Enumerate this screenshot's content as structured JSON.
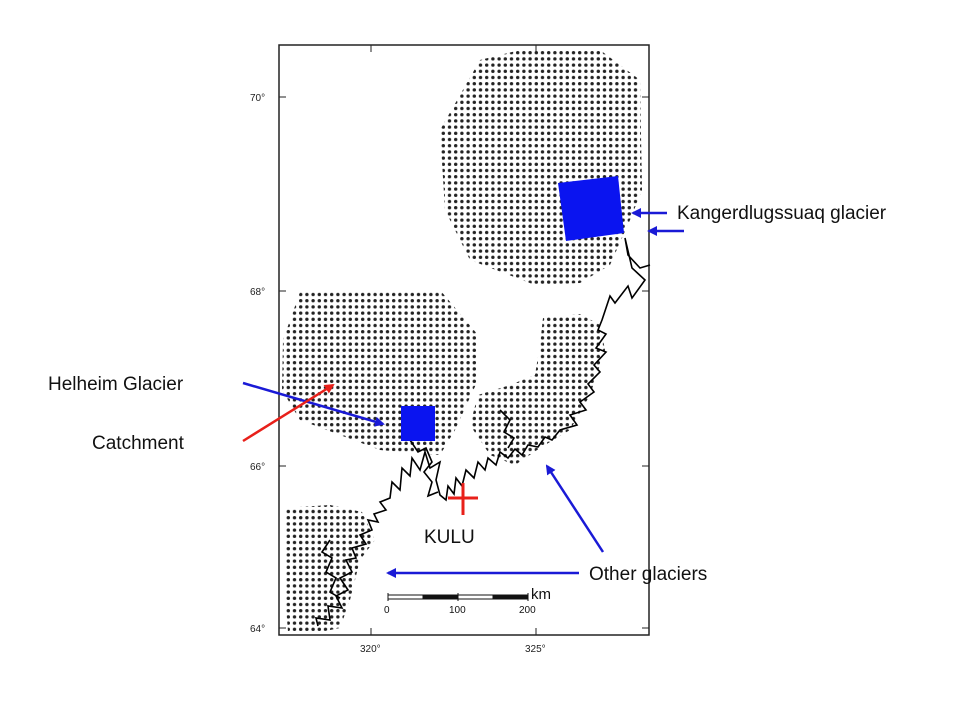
{
  "map": {
    "lat_ticks": [
      "70°",
      "68°",
      "66°",
      "64°"
    ],
    "lon_ticks": [
      "320°",
      "325°"
    ],
    "labels": {
      "kangerdlugssuaq": "Kangerdlugssuaq  glacier",
      "helheim": "Helheim  Glacier",
      "catchment": "Catchment",
      "kulu": "KULU",
      "other": "Other glaciers"
    },
    "scale_bar": {
      "ticks": [
        "0",
        "100",
        "200"
      ],
      "unit": "km"
    },
    "colors": {
      "dots": "#222222",
      "glacier_box": "#0a14f0",
      "blue_arrow": "#1a1ad6",
      "red_arrow": "#e8201a",
      "coastline": "#000000"
    }
  }
}
